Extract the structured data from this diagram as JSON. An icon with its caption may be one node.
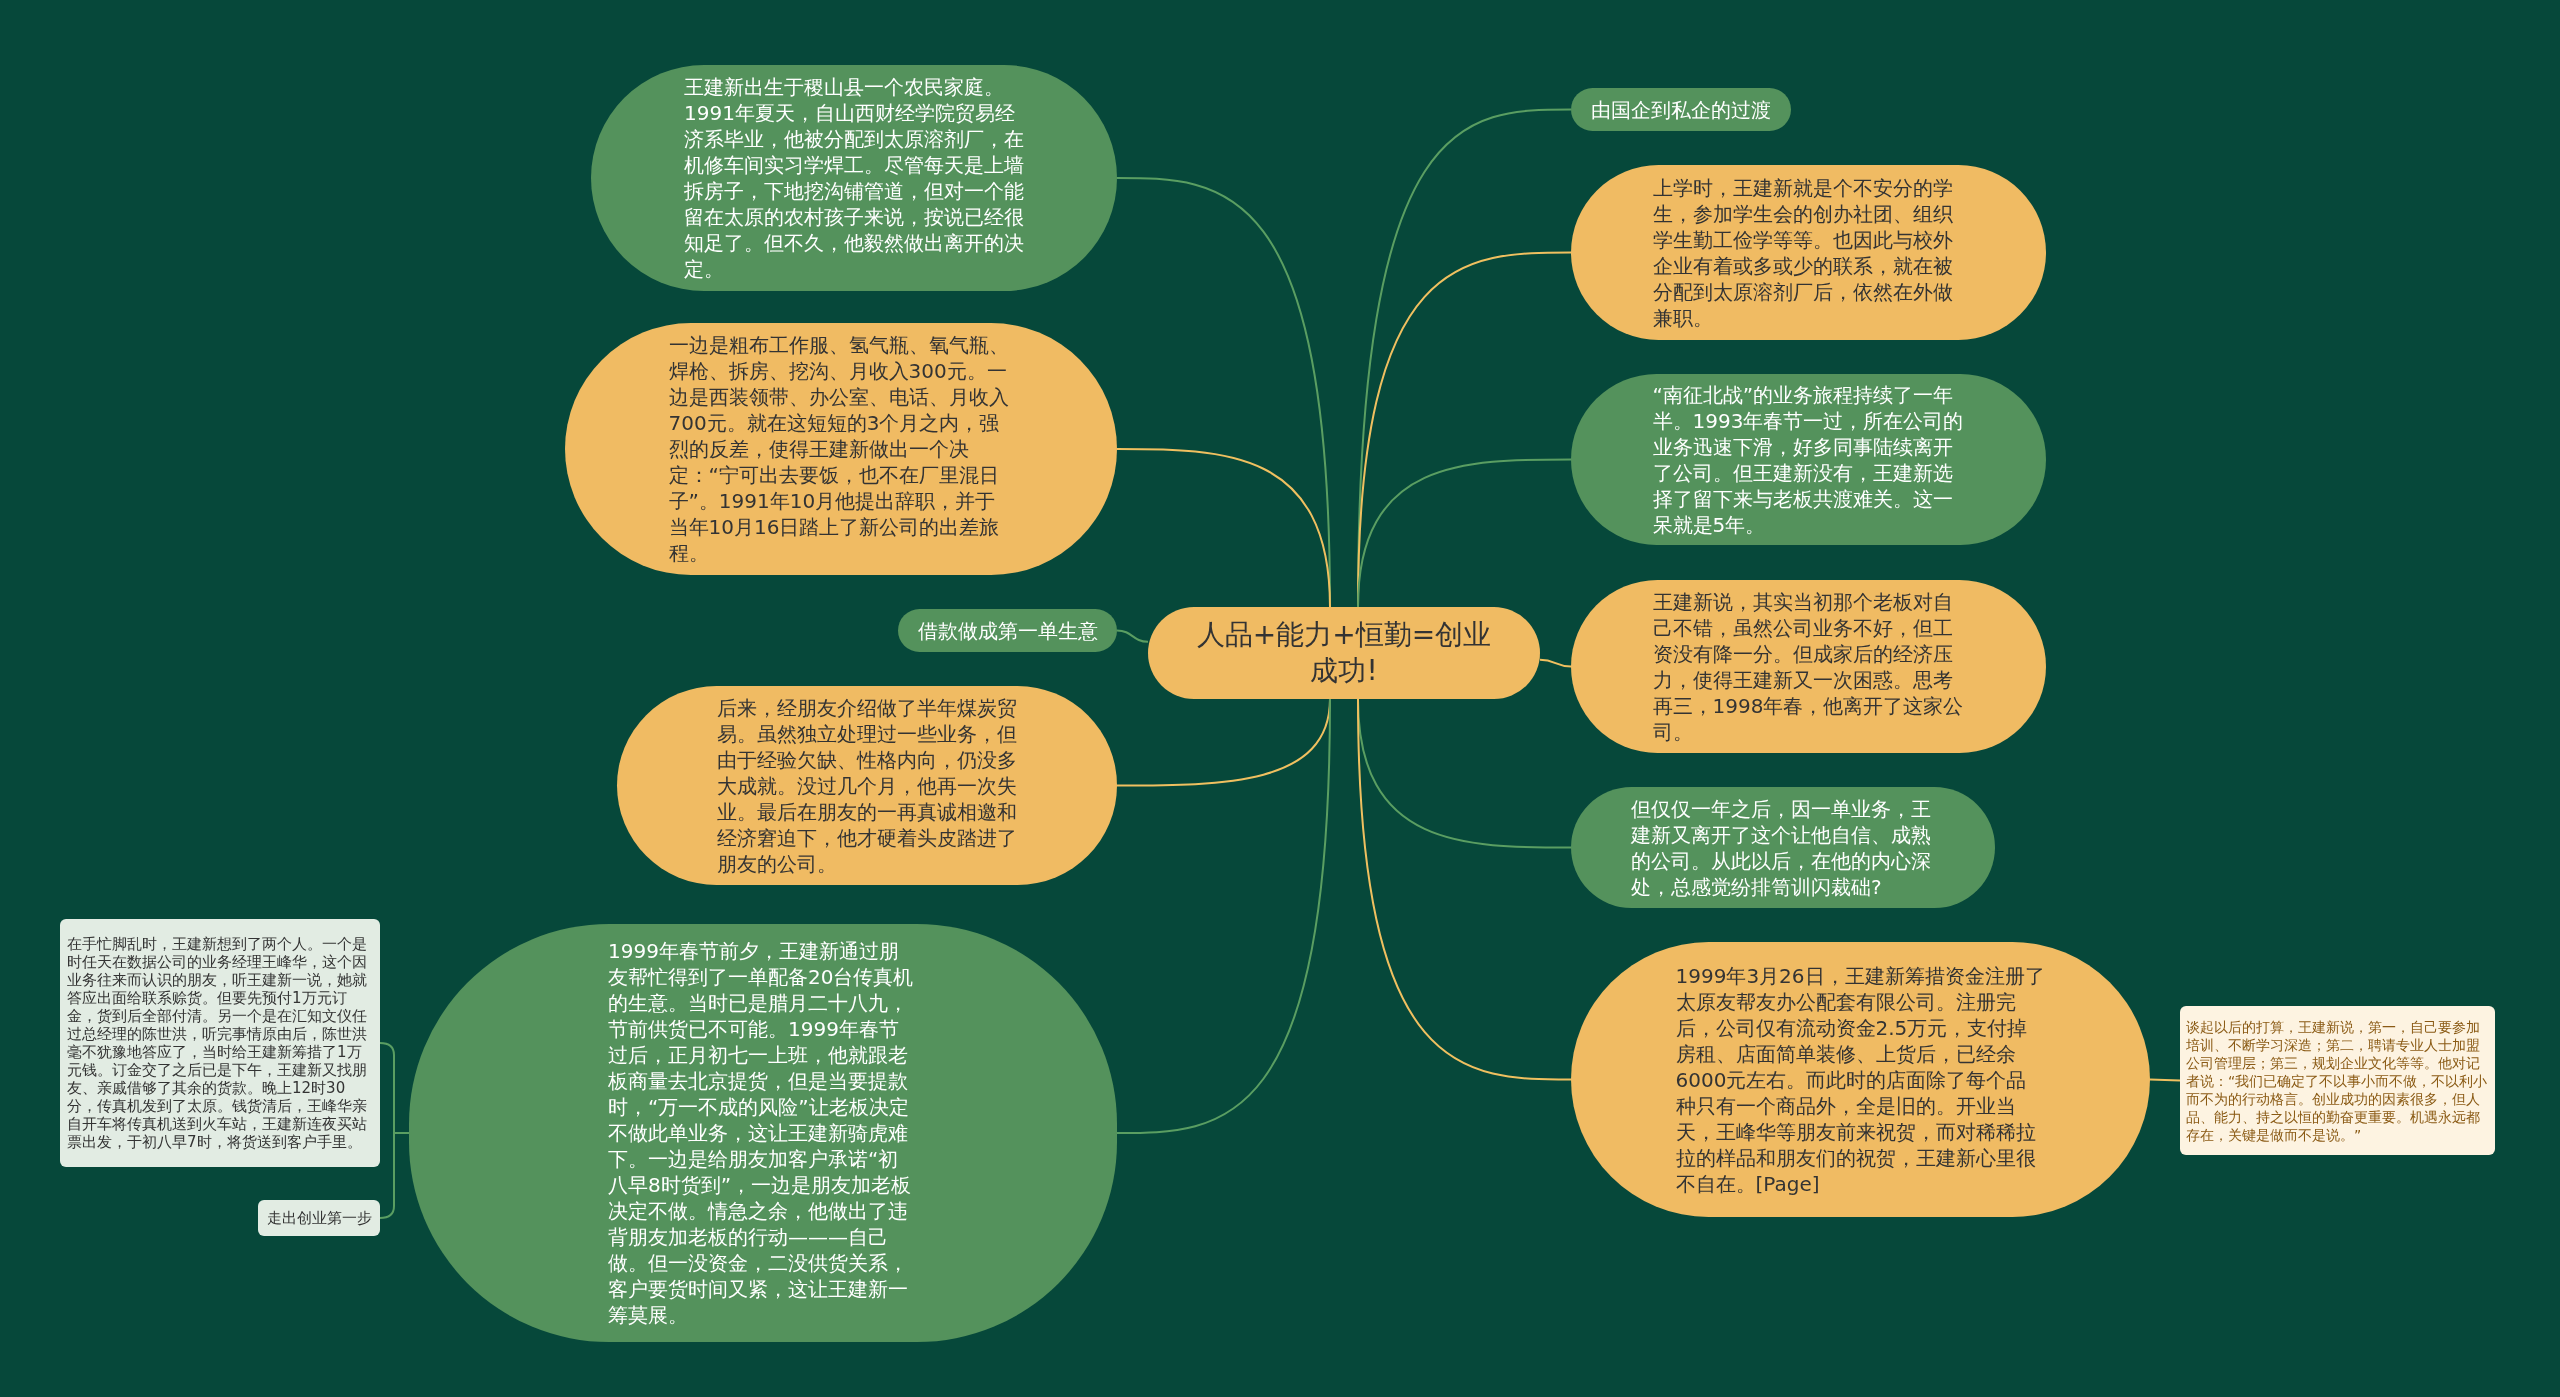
{
  "diagram": {
    "nodes": [
      {
        "text": [
          "人品+能力+恒勤=创业成功!"
        ]
      },
      {
        "text": [
          "王建新出生于稷山县一个农民家庭。1991年夏天，自山西财经学院贸易经济系毕业，他被分配到太原溶剂厂，在机修车间实习学焊工。尽管每天是上墙拆房子，下地挖沟铺管道，但对一个能留在太原的农村孩子来说，按说已经很知足了。但不久，他毅然做出离开的决定。"
        ]
      },
      {
        "text": [
          "一边是粗布工作服、氢气瓶、氧气瓶、焊枪、拆房、挖沟、月收入300元。一边是西装领带、办公室、电话、月收入700元。就在这短短的3个月之内，强烈的反差，使得王建新做出一个决定：“宁可出去要饭，也不在厂里混日子”。1991年10月他提出辞职，并于当年10月16日踏上了新公司的出差旅程。"
        ]
      },
      {
        "text": [
          "借款做成第一单生意"
        ]
      },
      {
        "text": [
          "后来，经朋友介绍做了半年煤炭贸易。虽然独立处理过一些业务，但由于经验欠缺、性格内向，仍没多大成就。没过几个月，他再一次失业。最后在朋友的一再真诚相邀和经济窘迫下，他才硬着头皮踏进了朋友的公司。"
        ]
      },
      {
        "text": [
          "1999年春节前夕，王建新通过朋友帮忙得到了一单配备20台传真机的生意。当时已是腊月二十八九，节前供货已不可能。1999年春节过后，正月初七一上班，他就跟老板商量去北京提货，但是当要提款时，“万一不成的风险”让老板决定不做此单业务，这让王建新骑虎难下。一边是给朋友加客户承诺“初八早8时货到”，一边是朋友加老板决定不做。情急之余，他做出了违背朋友加老板的行动———自己做。但一没资金，二没供货关系，客户要货时间又紧，这让王建新一筹莫展。"
        ]
      },
      {
        "text": [
          "在手忙脚乱时，王建新想到了两个人。一个是时任天在数据公司的业务经理王峰华，这个因业务往来而认识的朋友，听王建新一说，她就答应出面给联系赊货。但要先预付1万元订金，货到后全部付清。另一个是在汇知文仪任过总经理的陈世洪，听完事情原由后，陈世洪毫不犹豫地答应了，当时给王建新筹措了1万元钱。订金交了之后已是下午，王建新又找朋友、亲戚借够了其余的货款。晚上12时30分，传真机发到了太原。钱货清后，王峰华亲自开车将传真机送到火车站，王建新连夜买站票出发，于初八早7时，将货送到客户手里。"
        ]
      },
      {
        "text": [
          "走出创业第一步"
        ]
      },
      {
        "text": [
          "由国企到私企的过渡"
        ]
      },
      {
        "text": [
          "上学时，王建新就是个不安分的学生，参加学生会的创办社团、组织学生勤工俭学等等。也因此与校外企业有着或多或少的联系，就在被分配到太原溶剂厂后，依然在外做兼职。"
        ]
      },
      {
        "text": [
          "“南征北战”的业务旅程持续了一年半。1993年春节一过，所在公司的业务迅速下滑，好多同事陆续离开了公司。但王建新没有，王建新选择了留下来与老板共渡难关。这一呆就是5年。"
        ]
      },
      {
        "text": [
          "王建新说，其实当初那个老板对自己不错，虽然公司业务不好，但工资没有降一分。但成家后的经济压力，使得王建新又一次困惑。思考再三，1998年春，他离开了这家公司。"
        ]
      },
      {
        "text": [
          "但仅仅一年之后，因一单业务，王建新又离开了这个让他自信、成熟的公司。从此以后，在他的内心深处，总感觉纷排笥训闪裁础?"
        ]
      },
      {
        "text": [
          "1999年3月26日，王建新筹措资金注册了太原友帮友办公配套有限公司。注册完后，公司仅有流动资金2.5万元，支付掉房租、店面简单装修、上货后，已经余6000元左右。而此时的店面除了每个品种只有一个商品外，全是旧的。开业当天，王峰华等朋友前来祝贺，而对稀稀拉拉的样品和朋友们的祝贺，王建新心里很不自在。[Page]"
        ]
      },
      {
        "text": [
          "谈起以后的打算，王建新说，第一，自己要参加培训、不断学习深造；第二，聘请专业人士加盟公司管理层；第三，规划企业文化等等。他对记者说：“我们已确定了不以事小而不做，不以利小而不为的行动格言。创业成功的因素很多，但人品、能力、持之以恒的勤奋更重要。机遇永远都存在，关键是做而不是说。”"
        ]
      }
    ],
    "edges": [
      {
        "from": 0,
        "to": 1,
        "arrow": "none"
      },
      {
        "from": 0,
        "to": 2,
        "arrow": "none",
        "color": "#f0c060"
      },
      {
        "from": 0,
        "to": 3,
        "arrow": "none"
      },
      {
        "from": 0,
        "to": 4,
        "arrow": "none",
        "color": "#f0c060"
      },
      {
        "from": 0,
        "to": 5,
        "arrow": "none"
      },
      {
        "from": 5,
        "to": 6,
        "arrow": "none"
      },
      {
        "from": 5,
        "to": 7,
        "arrow": "none"
      },
      {
        "from": 0,
        "to": 8,
        "arrow": "none"
      },
      {
        "from": 0,
        "to": 9,
        "arrow": "none",
        "color": "#f0c060"
      },
      {
        "from": 0,
        "to": 10,
        "arrow": "none"
      },
      {
        "from": 0,
        "to": 11,
        "arrow": "none",
        "color": "#f0c060"
      },
      {
        "from": 0,
        "to": 12,
        "arrow": "none"
      },
      {
        "from": 0,
        "to": 13,
        "arrow": "none",
        "color": "#f0c060"
      },
      {
        "from": 13,
        "to": 14,
        "arrow": "none",
        "color": "#f0c060"
      }
    ]
  }
}
